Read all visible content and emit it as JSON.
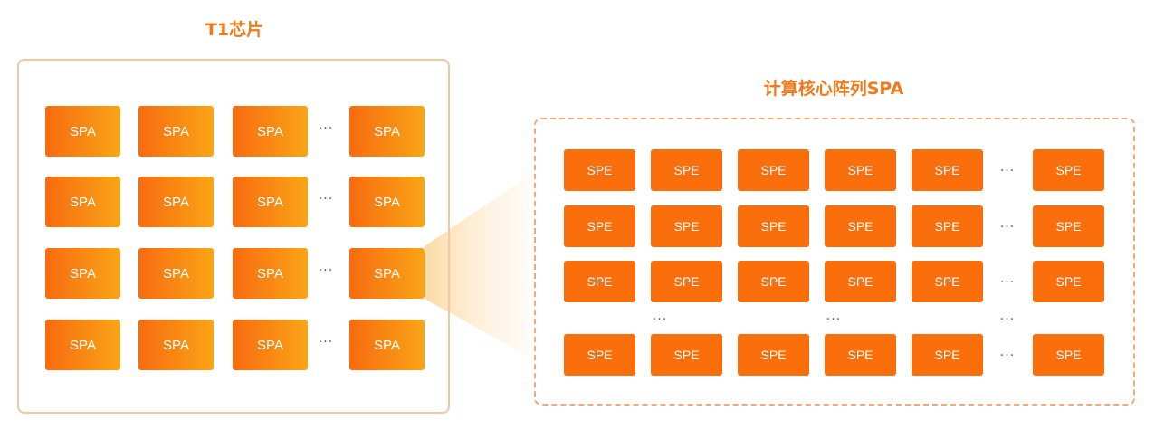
{
  "chip": {
    "title": "T1芯片",
    "cell_label": "SPA",
    "rows": 4,
    "visible_columns": 4,
    "ellipsis": "···"
  },
  "spa_array": {
    "title": "计算核心阵列SPA",
    "cell_label": "SPE",
    "rows": 4,
    "visible_columns": 6,
    "ellipsis": "···"
  },
  "colors": {
    "accent": "#F07A1A",
    "spa_gradient_start": "#F76B10",
    "spa_gradient_end": "#FAA516",
    "spe_fill": "#FA6E0C",
    "box_border": "#F5C6A2",
    "dashed_border": "#F4A97A",
    "beam": "#FDE2B8"
  }
}
